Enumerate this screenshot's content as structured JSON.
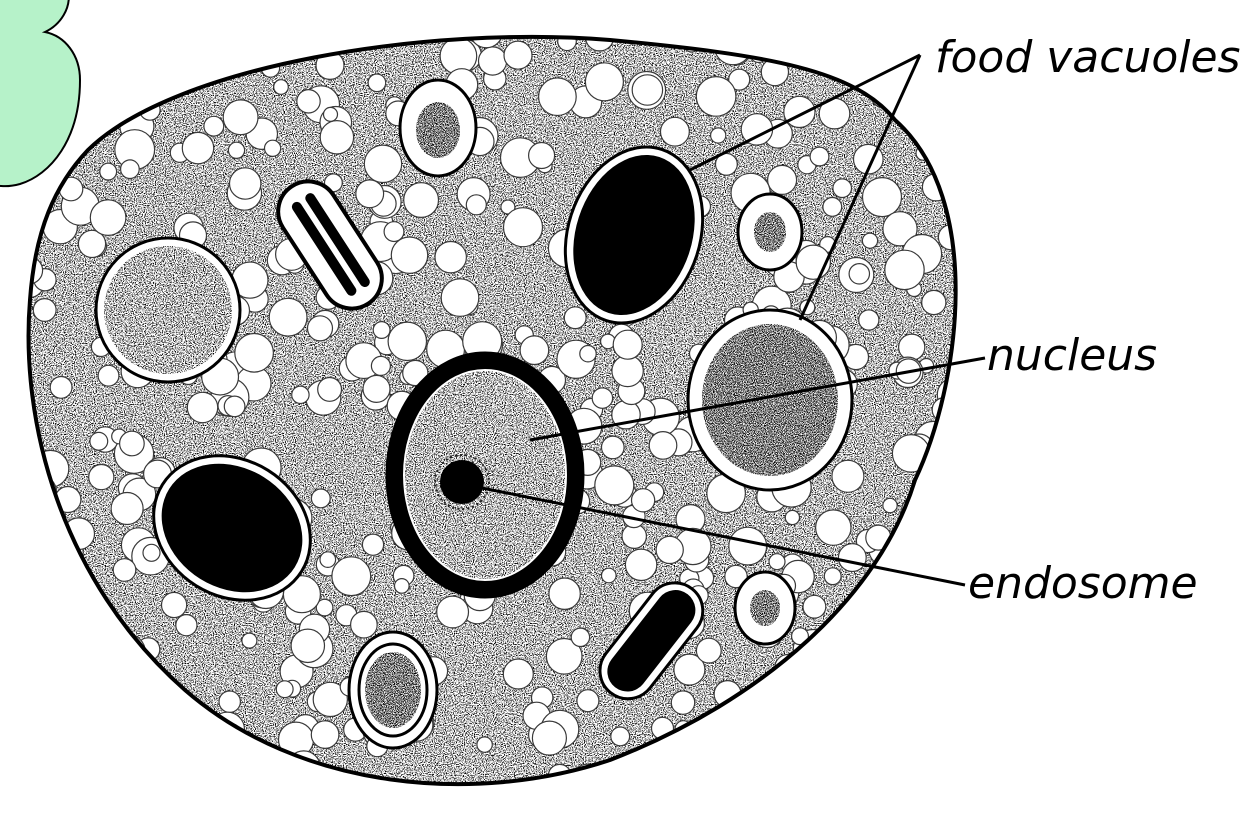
{
  "labels": {
    "food_vacuoles": "food vacuoles",
    "nucleus": "nucleus",
    "endosome": "endosome"
  },
  "colors": {
    "ink": "#000000",
    "background": "#ffffff",
    "corner_blob": "#b6f2c9"
  }
}
